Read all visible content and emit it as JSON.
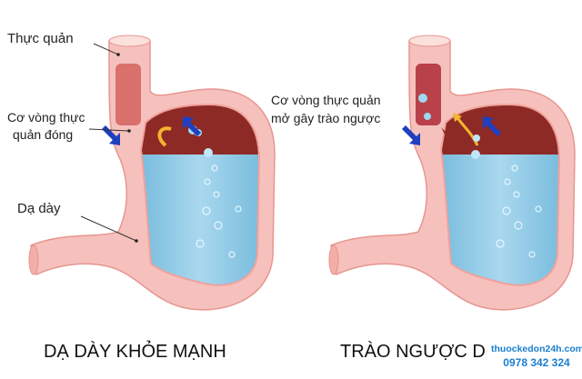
{
  "left": {
    "labels": {
      "esophagus": "Thực quản",
      "sphincter_line1": "Cơ vòng thực",
      "sphincter_line2": "quản đóng",
      "stomach": "Dạ dày"
    },
    "title": "DẠ DÀY KHỎE MẠNH"
  },
  "right": {
    "labels": {
      "sphincter_line1": "Cơ vòng thực quản",
      "sphincter_line2": "mở gây trào ngược"
    },
    "title": "TRÀO NGƯỢC D"
  },
  "watermark": {
    "site": "thuockedon24h.com",
    "phone": "0978 342 324"
  },
  "colors": {
    "tissue": "#f6c1bd",
    "tissue_edge": "#e7958f",
    "acid_space": "#8e2a26",
    "gastric_fluid": "#8fcbe6",
    "arrow": "#1f3fbf",
    "watermark": "#1a7fd0"
  }
}
